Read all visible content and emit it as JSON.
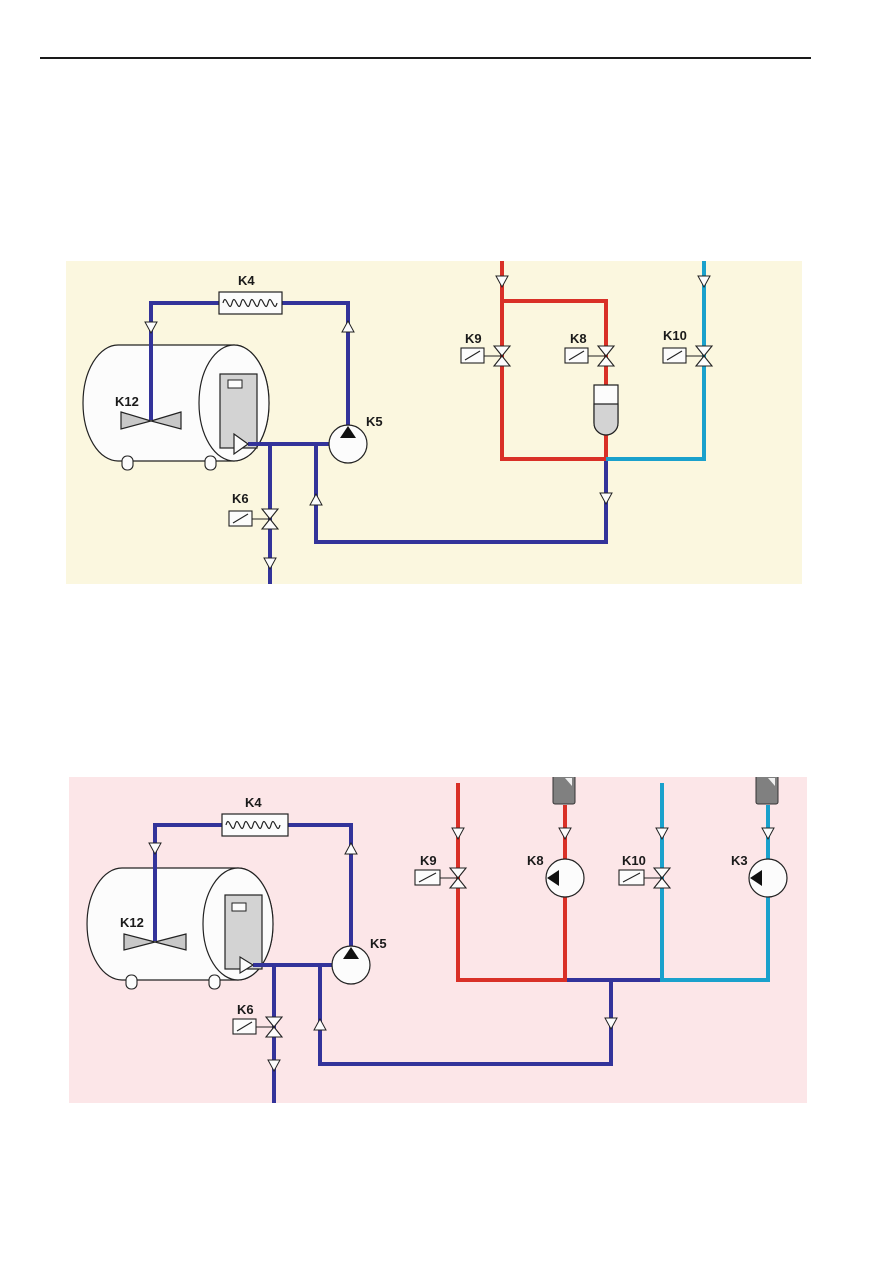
{
  "colors": {
    "panel1_bg": "#fbf7df",
    "panel2_bg": "#fce6e8",
    "line_dark": "#33339a",
    "line_red": "#d93027",
    "line_cyan": "#1aa1cc",
    "tank_fill": "#fcfcfc",
    "insert_fill": "#d3d3d3",
    "canister_fill": "#808080"
  },
  "diagram1": {
    "labels": {
      "k4": "K4",
      "k12": "K12",
      "k5": "K5",
      "k6": "K6",
      "k9": "K9",
      "k8": "K8",
      "k10": "K10"
    }
  },
  "diagram2": {
    "labels": {
      "k4": "K4",
      "k12": "K12",
      "k5": "K5",
      "k6": "K6",
      "k9": "K9",
      "k8": "K8",
      "k10": "K10",
      "k3": "K3"
    }
  }
}
